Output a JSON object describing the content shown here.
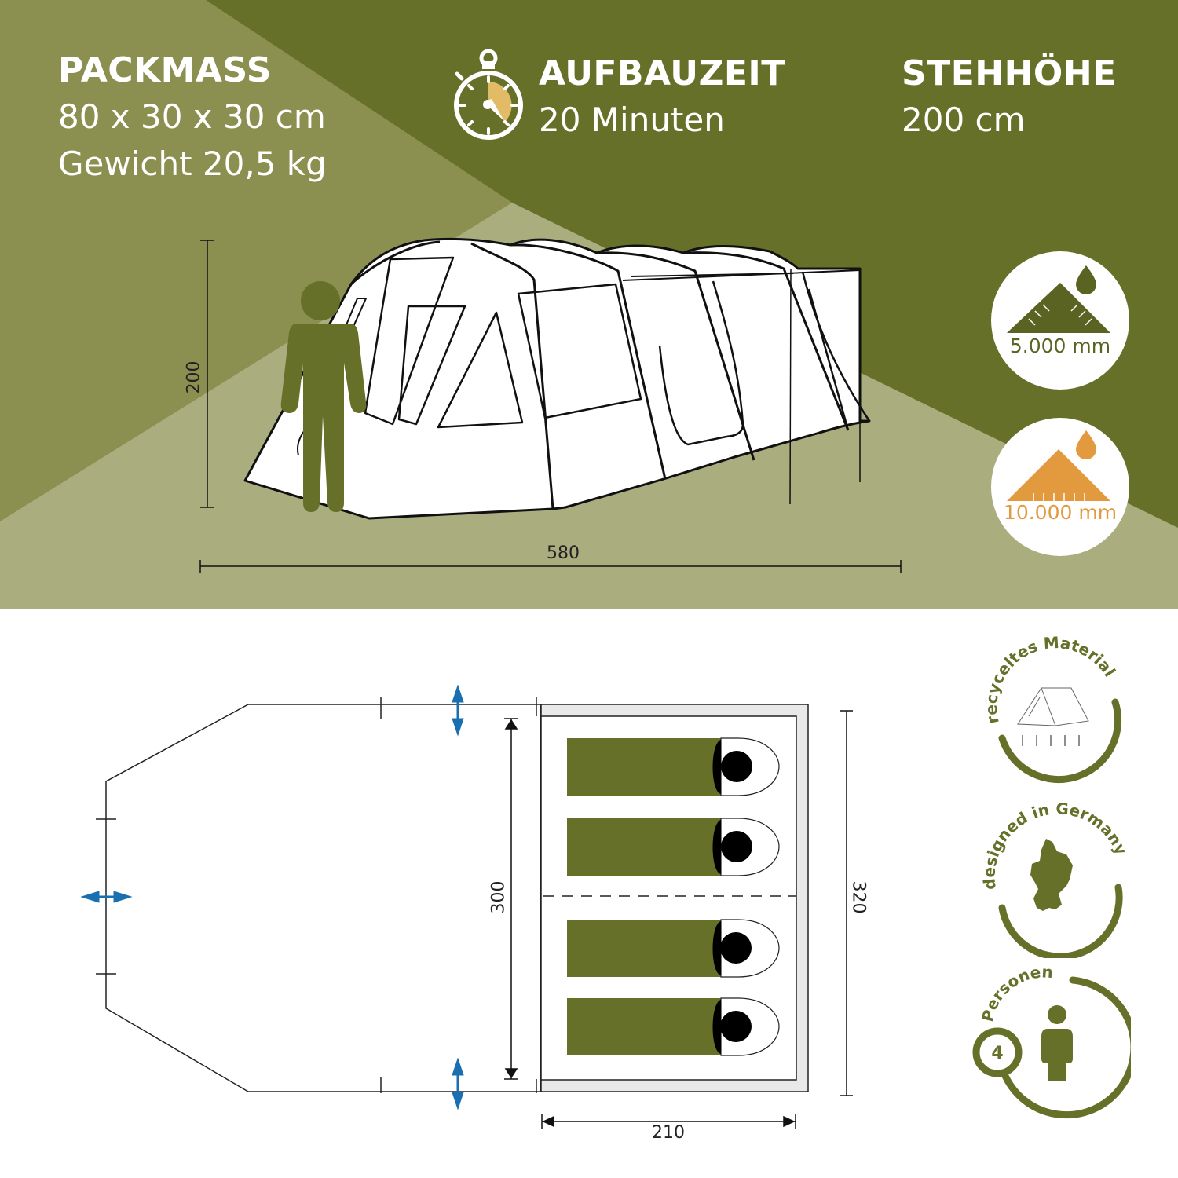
{
  "colors": {
    "dark_olive": "#667028",
    "mid_olive": "#8b8f50",
    "khaki": "#aaad7e",
    "orange": "#e39a3e",
    "stopwatch_fill": "#e2bb66",
    "arrow_blue": "#1a6fb0",
    "sleeping_bag": "#667028"
  },
  "specs": {
    "packmass": {
      "title": "PACKMASS",
      "line1": "80 x 30 x 30 cm",
      "line2": "Gewicht 20,5 kg"
    },
    "aufbauzeit": {
      "icon": "stopwatch-icon",
      "title": "AUFBAUZEIT",
      "line1": "20 Minuten"
    },
    "stehhoehe": {
      "title": "STEHHÖHE",
      "line1": "200 cm"
    }
  },
  "side_view": {
    "height_label": "200",
    "length_label": "580"
  },
  "water_badges": [
    {
      "icon": "tent-rain-pressure-icon",
      "label": "5.000 mm",
      "color": "#5a6322"
    },
    {
      "icon": "floor-water-pressure-icon",
      "label": "10.000 mm",
      "color": "#e39a3e"
    }
  ],
  "floor_plan": {
    "cabin_height_label": "300",
    "outer_height_label": "320",
    "cabin_width_label": "210",
    "sleeping_bags": 4
  },
  "eco_badges": [
    {
      "icon": "recycled-tent-icon",
      "label": "recyceltes Material"
    },
    {
      "icon": "germany-map-icon",
      "label": "designed in Germany"
    },
    {
      "icon": "person-icon",
      "label": "Personen",
      "count": "4"
    }
  ]
}
